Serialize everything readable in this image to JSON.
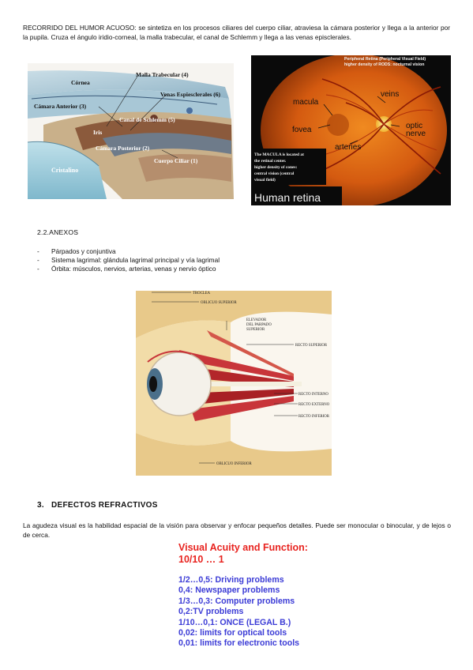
{
  "intro_paragraph": "RECORRIDO DEL HUMOR ACUOSO: se sintetiza en los procesos ciliares del cuerpo ciliar, atraviesa la cámara posterior y llega a la anterior por la pupila. Cruza el ángulo iridio-corneal, la malla trabecular, el canal de Schlemm y llega a las venas episclerales.",
  "figure_humor": {
    "labels": {
      "cornea": "Córnea",
      "malla": "Malla Trabecular (4)",
      "venas": "Venas Espiesclerales (6)",
      "camara_anterior": "Cámara Anterior (3)",
      "canal": "Canal de Schlemm (5)",
      "iris": "Iris",
      "camara_posterior": "Cámara Posterior (2)",
      "cuerpo_ciliar": "Cuerpo Ciliar (1)",
      "cristalino": "Cristalino"
    }
  },
  "figure_retina": {
    "header_line1": "Peripheral Retina (Peripheral Visual Field)",
    "header_line2": "higher density of RODS: nocturnal vision",
    "labels": {
      "macula": "macula",
      "veins": "veins",
      "fovea": "fovea",
      "optic": "optic",
      "nerve": "nerve",
      "arteries": "arteries"
    },
    "note_lines": [
      "The MACULA is located at",
      "the retinal center.",
      "higher density of cones:",
      "central vision  (central",
      "visual field)"
    ],
    "caption": "Human retina"
  },
  "anexos": {
    "heading": "2.2.ANEXOS",
    "items": [
      "Párpados y conjuntiva",
      "Sistema lagrimal: glándula lagrimal principal y vía lagrimal",
      "Órbita: músculos, nervios, arterias, venas y nervio óptico"
    ]
  },
  "figure_orbita": {
    "labels": {
      "troclea": "TROCLEA",
      "oblicuo_superior": "OBLICUO SUPERIOR",
      "elevador_1": "ELEVADOR",
      "elevador_2": "DEL PARPADO",
      "elevador_3": "SUPERIOR",
      "recto_superior": "RECTO SUPERIOR",
      "recto_interno": "RECTO INTERNO",
      "recto_externo": "RECTO EXTERNO",
      "recto_inferior": "RECTO INFERIOR",
      "oblicuo_inferior": "OBLICUO INFERIOR"
    }
  },
  "section3": {
    "number": "3.",
    "title": "DEFECTOS REFRACTIVOS"
  },
  "agudeza_paragraph": "La agudeza visual es la habilidad espacial de la visión para observar y enfocar pequeños detalles. Puede ser monocular o binocular, y de lejos o de cerca.",
  "visual_acuity": {
    "title": "Visual Acuity and Function:",
    "range": "10/10  …  1",
    "items": [
      "1/2…0,5: Driving problems",
      "0,4: Newspaper problems",
      "1/3…0,3: Computer problems",
      "0,2:TV problems",
      "1/10…0,1:  ONCE (LEGAL B.)",
      "0,02: limits for optical tools",
      "0,01: limits for electronic tools"
    ],
    "colors": {
      "title": "#e8231f",
      "items": "#3b3bd6"
    }
  }
}
